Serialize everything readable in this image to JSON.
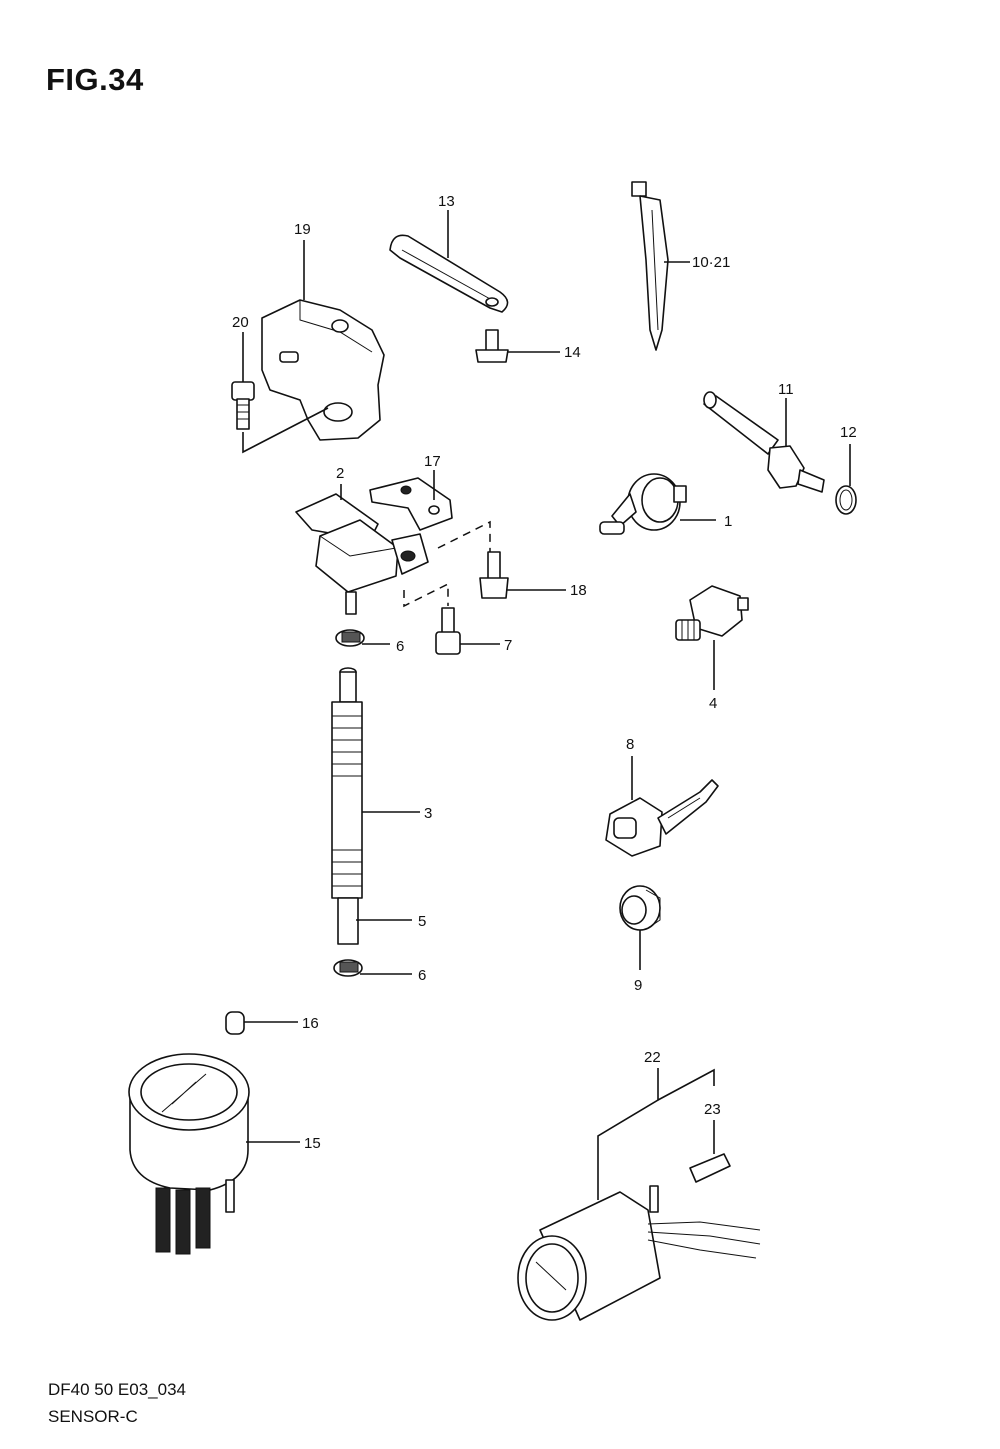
{
  "figure": {
    "title": "FIG.34",
    "code": "DF40 50 E03_034",
    "name": "SENSOR-C"
  },
  "callouts": {
    "p1": "1",
    "p2": "2",
    "p3": "3",
    "p4": "4",
    "p5": "5",
    "p6a": "6",
    "p6b": "6",
    "p7": "7",
    "p8": "8",
    "p9": "9",
    "p10_21": "10·21",
    "p11": "11",
    "p12": "12",
    "p13": "13",
    "p14": "14",
    "p15": "15",
    "p16": "16",
    "p17": "17",
    "p18": "18",
    "p19": "19",
    "p20": "20",
    "p22": "22",
    "p23": "23"
  }
}
